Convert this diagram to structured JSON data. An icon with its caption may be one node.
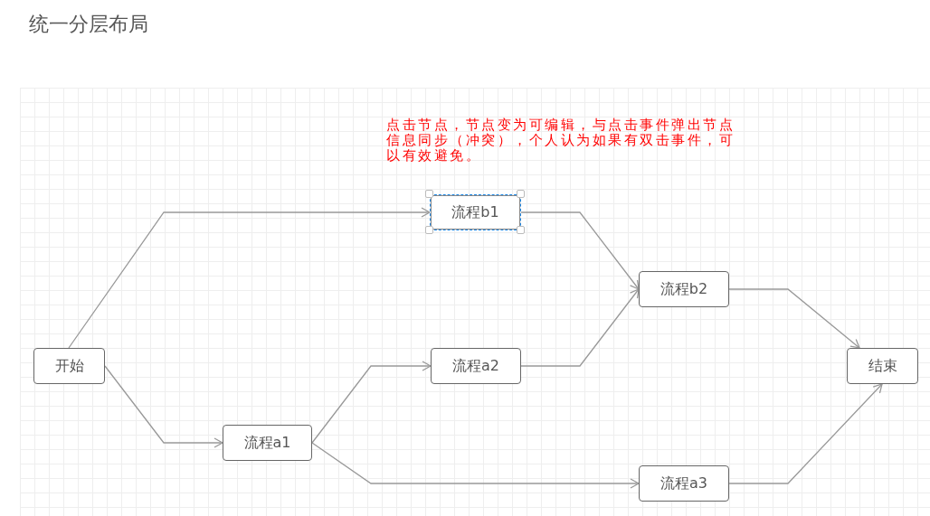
{
  "diagram": {
    "title": "统一分层布局",
    "nodes": [
      {
        "text": [
          "开始"
        ]
      },
      {
        "text": [
          "流程b1"
        ]
      },
      {
        "text": [
          "流程a1"
        ]
      },
      {
        "text": [
          "流程a2"
        ]
      },
      {
        "text": [
          "流程b2"
        ]
      },
      {
        "text": [
          "流程a3"
        ]
      },
      {
        "text": [
          "结束"
        ]
      }
    ],
    "edges": [
      {
        "from": 0,
        "to": 1,
        "arrow": "to"
      },
      {
        "from": 0,
        "to": 2,
        "arrow": "to"
      },
      {
        "from": 2,
        "to": 3,
        "arrow": "to"
      },
      {
        "from": 2,
        "to": 5,
        "arrow": "to"
      },
      {
        "from": 1,
        "to": 4,
        "arrow": "to"
      },
      {
        "from": 3,
        "to": 4,
        "arrow": "to"
      },
      {
        "from": 4,
        "to": 6,
        "arrow": "to"
      },
      {
        "from": 5,
        "to": 6,
        "arrow": "to"
      }
    ],
    "labels": [
      "点击节点，节点变为可编辑，与点击事件弹出节点信息同步（冲突），个人认为如果有双击事件，可以有效避免。"
    ]
  }
}
